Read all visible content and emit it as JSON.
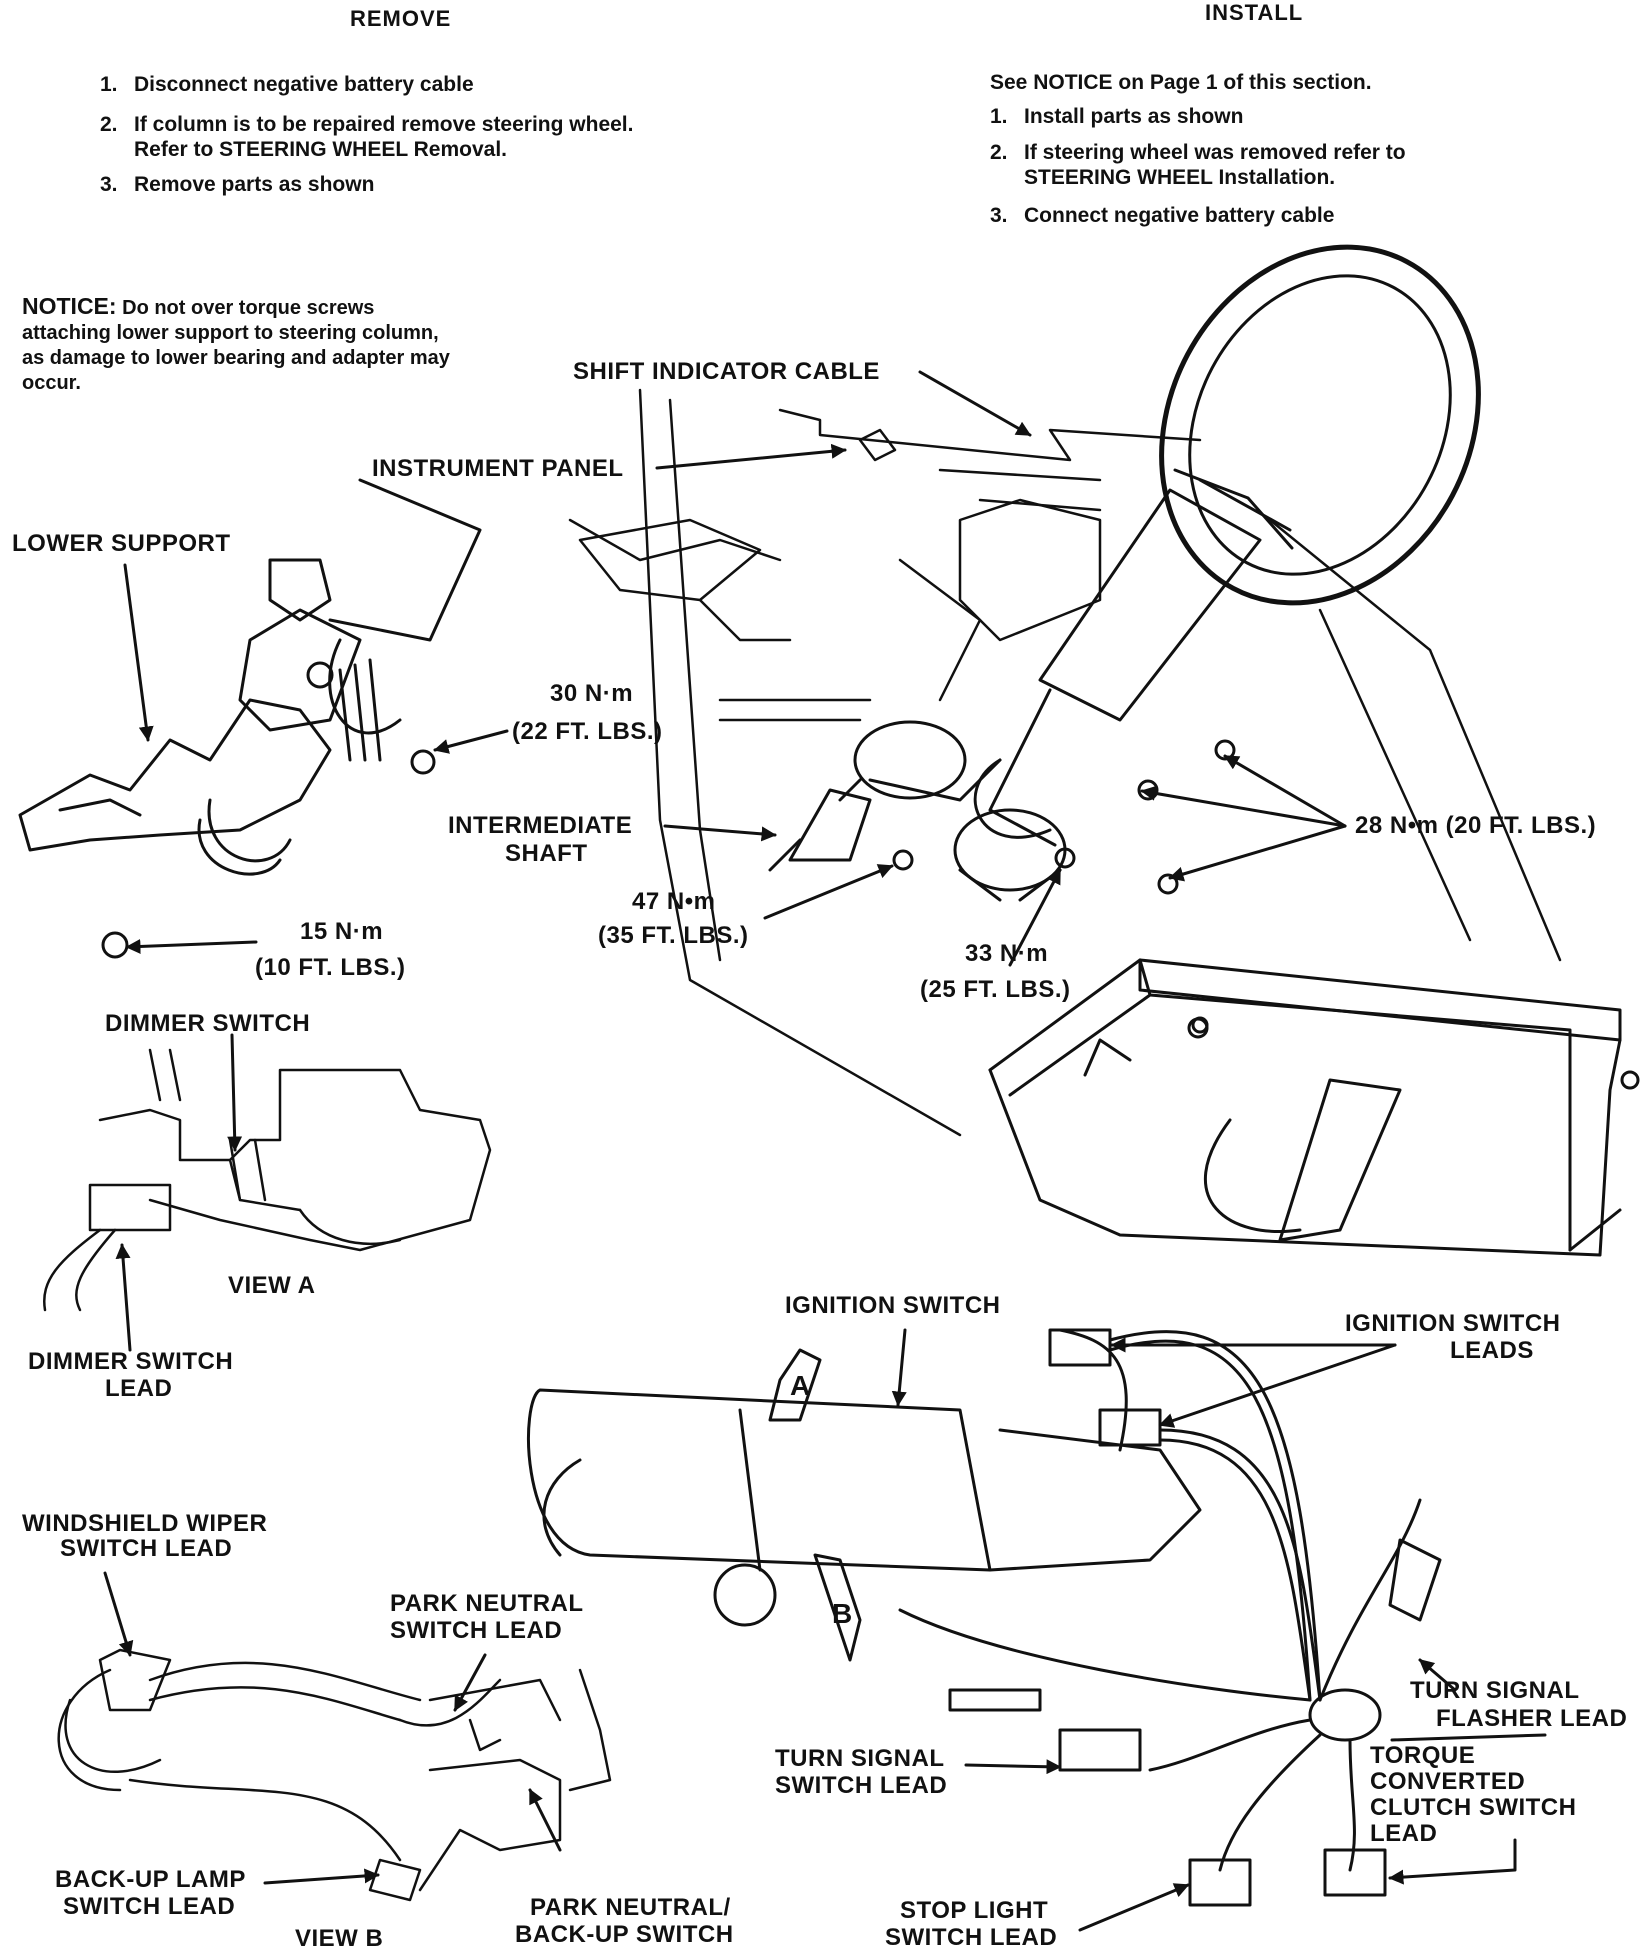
{
  "remove": {
    "title": "REMOVE",
    "steps": [
      {
        "num": "1.",
        "text": "Disconnect negative battery cable"
      },
      {
        "num": "2.",
        "text": "If column is to be repaired remove steering wheel.",
        "cont": "Refer to STEERING WHEEL Removal."
      },
      {
        "num": "3.",
        "text": "Remove parts as shown"
      }
    ]
  },
  "install": {
    "title": "INSTALL",
    "intro": "See NOTICE on Page 1 of this section.",
    "steps": [
      {
        "num": "1.",
        "text": "Install parts as shown"
      },
      {
        "num": "2.",
        "text": "If steering wheel was removed refer to",
        "cont": "STEERING WHEEL Installation."
      },
      {
        "num": "3.",
        "text": "Connect negative battery cable"
      }
    ]
  },
  "notice": {
    "label": "NOTICE:",
    "text": "Do not over torque screws attaching lower support to steering column, as damage to lower bearing and adapter may occur."
  },
  "labels": {
    "shift_indicator_cable": "SHIFT INDICATOR CABLE",
    "instrument_panel": "INSTRUMENT PANEL",
    "lower_support": "LOWER SUPPORT",
    "torque_30": "30 N·m",
    "torque_30_ft": "(22 FT. LBS.)",
    "intermediate_shaft_1": "INTERMEDIATE",
    "intermediate_shaft_2": "SHAFT",
    "torque_28": "28 N•m (20 FT. LBS.)",
    "torque_47": "47 N•m",
    "torque_47_ft": "(35 FT. LBS.)",
    "torque_15": "15 N·m",
    "torque_15_ft": "(10 FT. LBS.)",
    "torque_33": "33 N·m",
    "torque_33_ft": "(25 FT. LBS.)",
    "dimmer_switch": "DIMMER SWITCH",
    "view_a": "VIEW A",
    "dimmer_switch_lead_1": "DIMMER SWITCH",
    "dimmer_switch_lead_2": "LEAD",
    "ignition_switch": "IGNITION SWITCH",
    "ignition_switch_leads_1": "IGNITION SWITCH",
    "ignition_switch_leads_2": "LEADS",
    "callout_a": "A",
    "callout_b": "B",
    "wiper_lead_1": "WINDSHIELD WIPER",
    "wiper_lead_2": "SWITCH LEAD",
    "park_neutral_lead_1": "PARK NEUTRAL",
    "park_neutral_lead_2": "SWITCH LEAD",
    "turn_flasher_1": "TURN SIGNAL",
    "turn_flasher_2": "FLASHER LEAD",
    "turn_switch_1": "TURN SIGNAL",
    "turn_switch_2": "SWITCH LEAD",
    "tcc_1": "TORQUE",
    "tcc_2": "CONVERTED",
    "tcc_3": "CLUTCH SWITCH",
    "tcc_4": "LEAD",
    "backup_lead_1": "BACK-UP LAMP",
    "backup_lead_2": "SWITCH LEAD",
    "pn_backup_1": "PARK NEUTRAL/",
    "pn_backup_2": "BACK-UP SWITCH",
    "stop_light_1": "STOP LIGHT",
    "stop_light_2": "SWITCH LEAD",
    "view_b": "VIEW B"
  }
}
